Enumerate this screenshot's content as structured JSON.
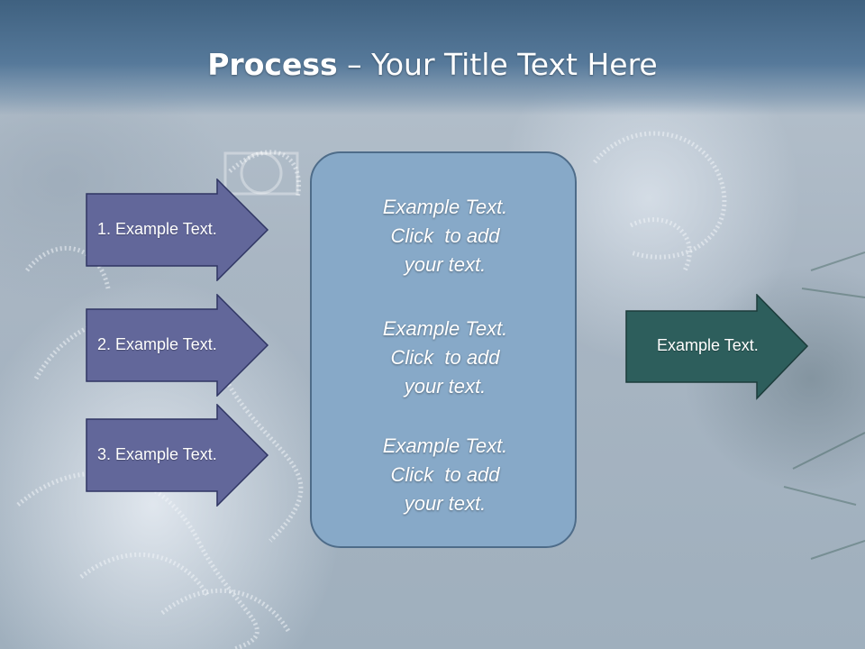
{
  "title": {
    "bold": "Process",
    "rest": " – Your Title Text Here"
  },
  "left_arrows": [
    {
      "label": "1. Example Text."
    },
    {
      "label": "2. Example Text."
    },
    {
      "label": "3. Example Text."
    }
  ],
  "center_box": {
    "blocks": [
      {
        "line1": "Example Text.",
        "line2": "Click  to add",
        "line3": "your text."
      },
      {
        "line1": "Example Text.",
        "line2": "Click  to add",
        "line3": "your text."
      },
      {
        "line1": "Example Text.",
        "line2": "Click  to add",
        "line3": "your text."
      }
    ]
  },
  "right_arrow": {
    "label": "Example Text."
  },
  "colors": {
    "left_arrow_fill": "#62679a",
    "left_arrow_stroke": "#2f3563",
    "right_arrow_fill": "#2d5e5c",
    "right_arrow_stroke": "#1c3c3b",
    "center_box_fill": "#87a9c8",
    "title_bar": "#4a6d8f"
  }
}
